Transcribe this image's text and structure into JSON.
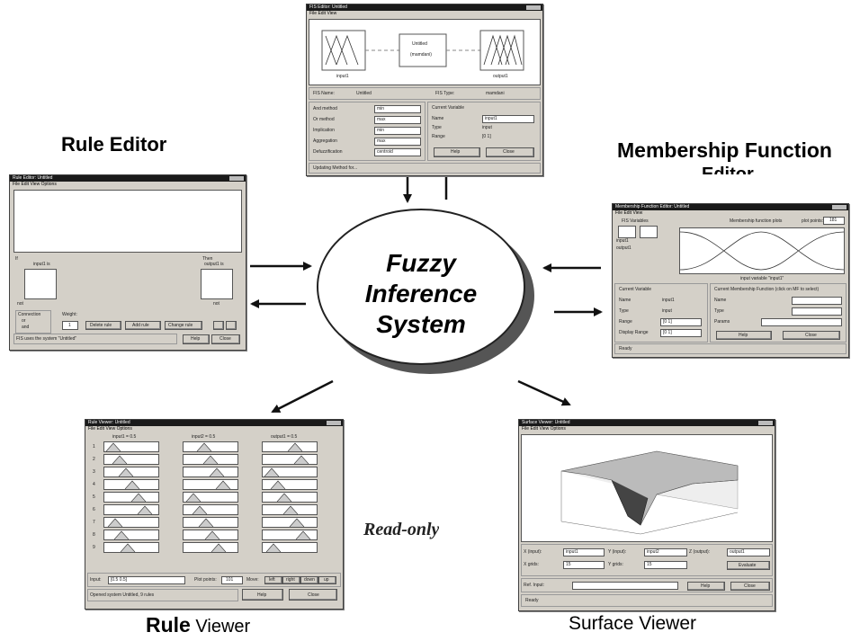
{
  "labels": {
    "rule_editor": "Rule Editor",
    "mf_editor": "Membership Function",
    "mf_editor_cut": "Editor",
    "rule_viewer_bold": "Rule",
    "rule_viewer_light": " Viewer",
    "surface_viewer": "Surface Viewer",
    "center": [
      "Fuzzy",
      "Inference",
      "System"
    ],
    "read_only": "Read-only"
  },
  "fis_editor": {
    "title": "FIS Editor: Untitled",
    "menu": "File   Edit   View",
    "input_label": "input1",
    "system_box": [
      "Untitled",
      "(mamdani)"
    ],
    "output_label": "output1",
    "fis_name_label": "FIS Name:",
    "fis_name": "Untitled",
    "fis_type_label": "FIS Type:",
    "fis_type": "mamdani",
    "methods": [
      {
        "label": "And method",
        "value": "min"
      },
      {
        "label": "Or method",
        "value": "max"
      },
      {
        "label": "Implication",
        "value": "min"
      },
      {
        "label": "Aggregation",
        "value": "max"
      },
      {
        "label": "Defuzzification",
        "value": "centroid"
      }
    ],
    "current_variable": "Current Variable",
    "cv_rows": [
      {
        "label": "Name",
        "value": "input1"
      },
      {
        "label": "Type",
        "value": "input"
      },
      {
        "label": "Range",
        "value": "[0 1]"
      }
    ],
    "help": "Help",
    "close": "Close",
    "status": "Updating Method for..."
  },
  "rule_editor": {
    "title": "Rule Editor: Untitled",
    "menu": "File   Edit   View   Options",
    "if_label": "If",
    "input_name": "input1 is",
    "then_label": "Then",
    "output_name": "output1 is",
    "not_label": "not",
    "connection": "Connection",
    "or_label": "or",
    "and_label": "and",
    "weight_label": "Weight:",
    "weight_value": "1",
    "delete_rule": "Delete rule",
    "add_rule": "Add rule",
    "change_rule": "Change rule",
    "status": "FIS uses the system \"Untitled\"",
    "help": "Help",
    "close": "Close"
  },
  "mf_editor": {
    "title": "Membership Function Editor: Untitled",
    "menu": "File   Edit   View",
    "fis_variables": "FIS Variables",
    "mf_plots": "Membership function plots",
    "plot_points": "plot points:",
    "plot_points_value": "181",
    "var_names": [
      "input1",
      "output1"
    ],
    "plot_label": "input variable \"input1\"",
    "current_variable": "Current Variable",
    "cv_rows": [
      {
        "label": "Name",
        "value": "input1"
      },
      {
        "label": "Type",
        "value": "input"
      },
      {
        "label": "Range",
        "value": "[0 1]"
      },
      {
        "label": "Display Range",
        "value": "[0 1]"
      }
    ],
    "current_mf": "Current Membership Function (click on MF to select)",
    "mf_rows": [
      "Name",
      "Type",
      "Params"
    ],
    "help": "Help",
    "close": "Close",
    "status": "Ready"
  },
  "rule_viewer": {
    "title": "Rule Viewer: Untitled",
    "menu": "File   Edit   View   Options",
    "col_titles": [
      "input1 = 0.5",
      "input2 = 0.5",
      "output1 = 0.5"
    ],
    "row_numbers": [
      "1",
      "2",
      "3",
      "4",
      "5",
      "6",
      "7",
      "8",
      "9"
    ],
    "input_label": "Input:",
    "input_value": "[0.5 0.5]",
    "plot_points_label": "Plot points:",
    "plot_points_value": "101",
    "move_label": "Move:",
    "move_buttons": [
      "left",
      "right",
      "down",
      "up"
    ],
    "status": "Opened system Untitled, 9 rules",
    "help": "Help",
    "close": "Close"
  },
  "surface_viewer": {
    "title": "Surface Viewer: Untitled",
    "menu": "File   Edit   View   Options",
    "x_label": "X (input):",
    "y_label": "Y (input):",
    "z_label": "Z (output):",
    "x_value": "input1",
    "y_value": "input2",
    "z_value": "output1",
    "x_grids_label": "X grids:",
    "x_grids": "15",
    "y_grids_label": "Y grids:",
    "y_grids": "15",
    "evaluate": "Evaluate",
    "ref_input": "Ref. Input:",
    "help": "Help",
    "close": "Close",
    "status": "Ready"
  }
}
